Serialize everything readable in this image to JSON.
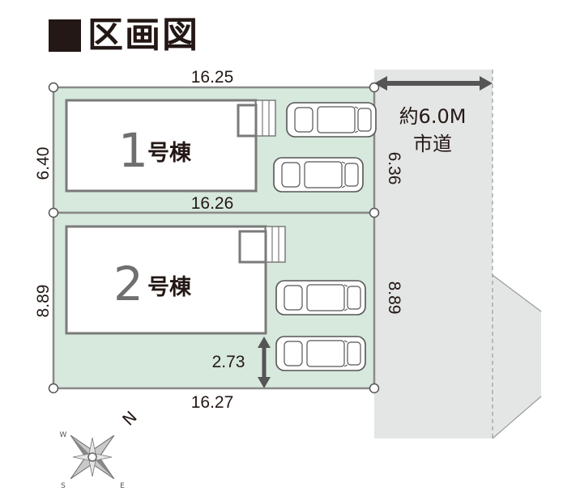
{
  "title": "区画図",
  "units": [
    {
      "number": "1",
      "label": "号棟"
    },
    {
      "number": "2",
      "label": "号棟"
    }
  ],
  "dimensions": {
    "top": "16.25",
    "middle": "16.26",
    "bottom": "16.27",
    "left_upper": "6.40",
    "left_lower": "8.89",
    "right_upper": "6.36",
    "right_lower": "8.89",
    "setback": "2.73"
  },
  "road": {
    "width": "約6.0M",
    "name": "市道"
  },
  "compass": {
    "north": "N",
    "south": "S",
    "east": "E",
    "west": "W"
  },
  "colors": {
    "lot_fill": "#d7e8dd",
    "lot_border": "#8a8a8a",
    "road_fill": "#e4e5e5",
    "text": "#231815"
  }
}
